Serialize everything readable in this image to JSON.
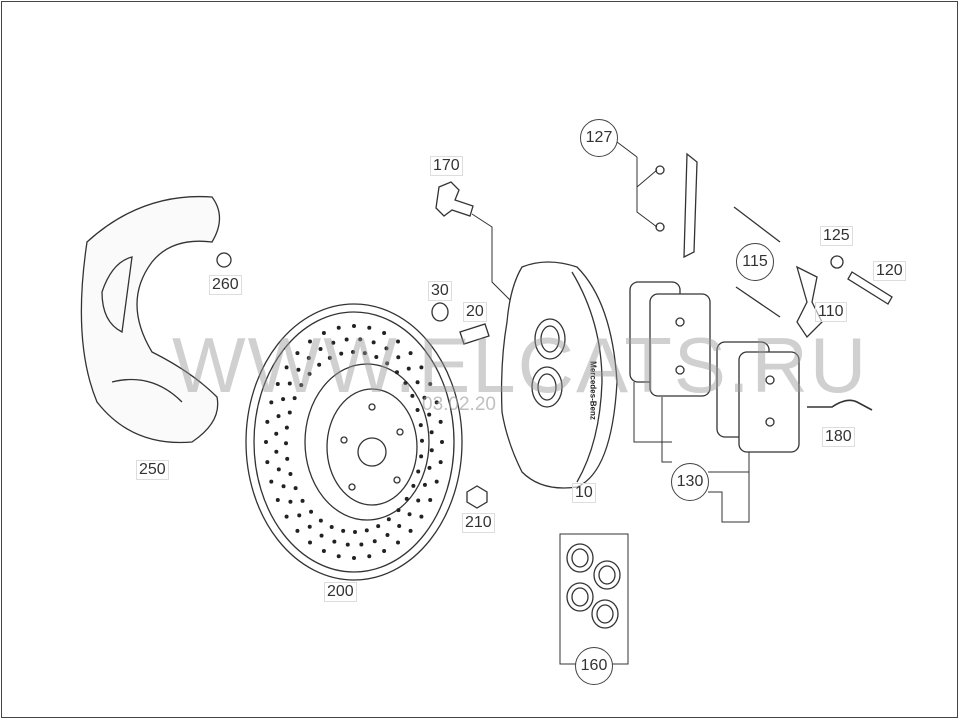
{
  "watermark": "WWW.ELCATS.RU",
  "date_stamp": "03.02.20",
  "callouts": {
    "c127": "127",
    "c170": "170",
    "c30": "30",
    "c20": "20",
    "c260": "260",
    "c250": "250",
    "c200": "200",
    "c210": "210",
    "c10": "10",
    "c115": "115",
    "c125": "125",
    "c120": "120",
    "c110": "110",
    "c180": "180",
    "c130": "130",
    "c160": "160"
  },
  "caliper_brand_text": "Mercedes-Benz"
}
